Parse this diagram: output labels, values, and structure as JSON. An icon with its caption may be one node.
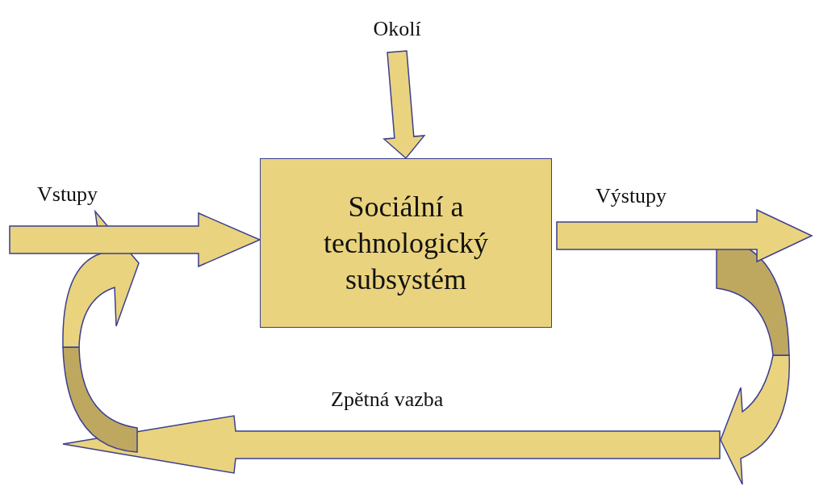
{
  "diagram": {
    "nodes": [
      {
        "text": [
          "Okolí"
        ]
      },
      {
        "text": [
          "Sociální a technologický subsystém"
        ]
      }
    ],
    "edges": [
      {
        "from": 0,
        "to": 1,
        "arrow": "to"
      },
      {
        "from": null,
        "to": 1,
        "arrow": "to",
        "label": "Vstupy"
      },
      {
        "from": 1,
        "to": null,
        "arrow": "to",
        "label": "Výstupy"
      }
    ],
    "labels": [
      "Zpětná vazba"
    ]
  }
}
